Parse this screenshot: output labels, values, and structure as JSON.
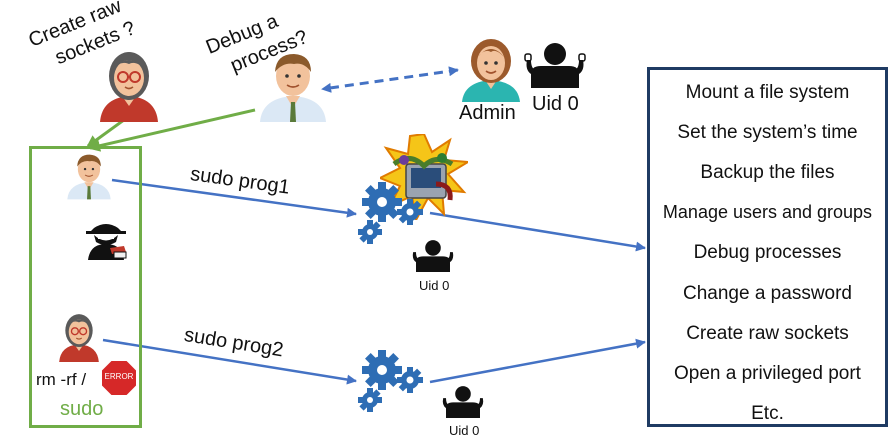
{
  "colors": {
    "arrow_blue": "#4472c4",
    "sudo_green": "#70ad47",
    "box_navy": "#1f3b63",
    "woman_red": "#c0392b",
    "skin": "#f2c29c",
    "shirt_blue": "#dbe8f5",
    "admin_teal": "#2bb5b0",
    "gear_blue": "#2e6db4",
    "stop_red": "#d62828"
  },
  "questions": {
    "raw_sockets": [
      "Create raw",
      "sockets ?"
    ],
    "debug": [
      "Debug a",
      "process?"
    ]
  },
  "admin": {
    "label": "Admin",
    "uid": "Uid 0"
  },
  "commands": {
    "prog1": "sudo prog1",
    "prog2": "sudo prog2"
  },
  "uid_labels": {
    "prog1": "Uid 0",
    "prog2": "Uid 0"
  },
  "sudo_box": {
    "label": "sudo",
    "cmd": "rm -rf /",
    "stop_text": "ERROR"
  },
  "privileges": {
    "items": [
      "Mount a file system",
      "Set the system’s time",
      "Backup the files",
      "Manage users and groups",
      "Debug processes",
      "Change a password",
      "Create raw sockets",
      "Open a privileged port",
      "Etc."
    ]
  },
  "icons": [
    "woman-avatar-icon",
    "man-avatar-icon",
    "admin-avatar-icon",
    "root-user-icon",
    "spy-icon",
    "gears-icon",
    "bug-explosion-icon",
    "stop-sign-icon"
  ]
}
